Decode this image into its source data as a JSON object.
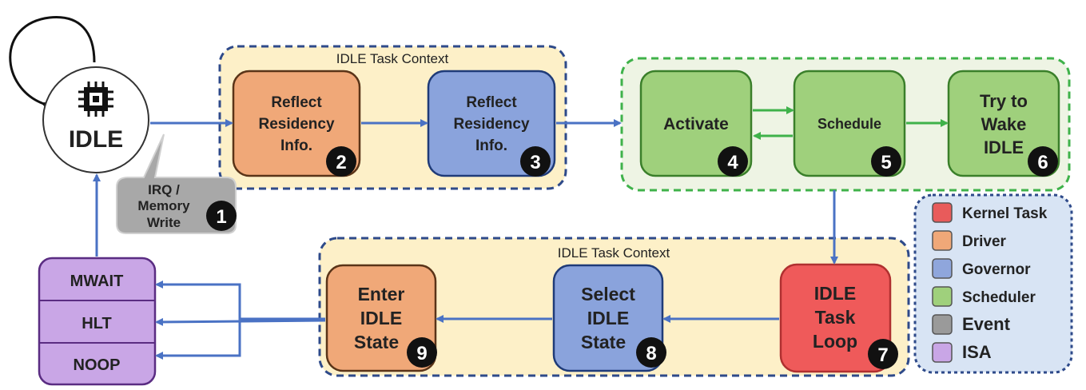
{
  "idle_node": {
    "label": "IDLE"
  },
  "event": {
    "text_lines": [
      "IRQ /",
      "Memory",
      "Write"
    ],
    "badge": "1"
  },
  "top_context": {
    "title": "IDLE Task Context"
  },
  "bottom_context": {
    "title": "IDLE Task Context"
  },
  "steps": [
    {
      "id": "driver-reflect",
      "lines": [
        "Reflect",
        "Residency",
        "Info."
      ],
      "badge": "2"
    },
    {
      "id": "governor-reflect",
      "lines": [
        "Reflect",
        "Residency",
        "Info."
      ],
      "badge": "3"
    },
    {
      "id": "activate",
      "lines": [
        "Activate"
      ],
      "badge": "4"
    },
    {
      "id": "schedule",
      "lines": [
        "Schedule"
      ],
      "badge": "5"
    },
    {
      "id": "try-to-wake",
      "lines": [
        "Try to",
        "Wake",
        "IDLE"
      ],
      "badge": "6"
    },
    {
      "id": "idle-task-loop",
      "lines": [
        "IDLE",
        "Task",
        "Loop"
      ],
      "badge": "7"
    },
    {
      "id": "select-idle-state",
      "lines": [
        "Select",
        "IDLE",
        "State"
      ],
      "badge": "8"
    },
    {
      "id": "enter-idle-state",
      "lines": [
        "Enter",
        "IDLE",
        "State"
      ],
      "badge": "9"
    }
  ],
  "isa": {
    "items": [
      "MWAIT",
      "HLT",
      "NOOP"
    ]
  },
  "legend": {
    "items": [
      {
        "label": "Kernel Task",
        "color": "#e85b5b"
      },
      {
        "label": "Driver",
        "color": "#f0a878"
      },
      {
        "label": "Governor",
        "color": "#8fa6dc"
      },
      {
        "label": "Scheduler",
        "color": "#9fd07c"
      },
      {
        "label": "Event",
        "color": "#9a9a9a"
      },
      {
        "label": "ISA",
        "color": "#c9a6e6"
      }
    ]
  },
  "colors": {
    "driver": "#f0a878",
    "governor": "#8aa3dc",
    "scheduler": "#9fd07c",
    "kernel": "#ef5a5a",
    "isa": "#c9a6e6",
    "arrow_blue": "#4a72c4",
    "arrow_green": "#3fb24a"
  }
}
